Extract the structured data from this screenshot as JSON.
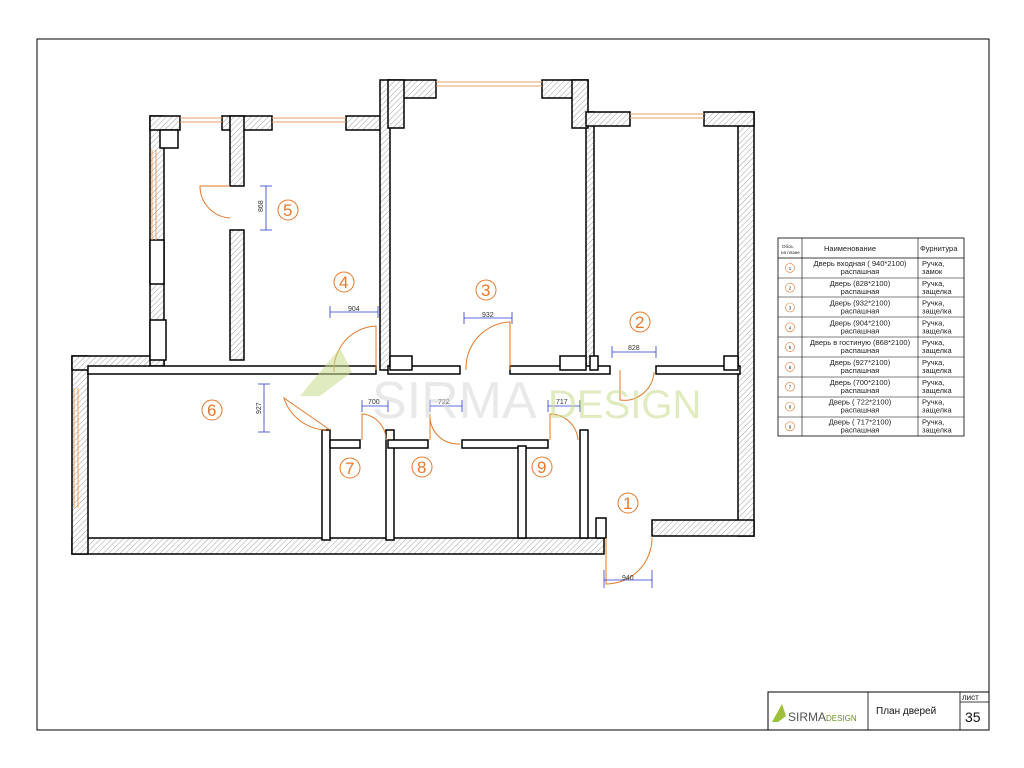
{
  "colors": {
    "wall": "#000000",
    "hatch": "#8a8a8a",
    "door": "#e07a2a",
    "window": "#e0a060",
    "dimension": "#2a3ad0",
    "room_number": "#e8792a",
    "watermark_green": "#c8dc8c"
  },
  "rooms": [
    {
      "id": "1",
      "label": "1"
    },
    {
      "id": "2",
      "label": "2"
    },
    {
      "id": "3",
      "label": "3"
    },
    {
      "id": "4",
      "label": "4"
    },
    {
      "id": "5",
      "label": "5"
    },
    {
      "id": "6",
      "label": "6"
    },
    {
      "id": "7",
      "label": "7"
    },
    {
      "id": "8",
      "label": "8"
    },
    {
      "id": "9",
      "label": "9"
    }
  ],
  "dimensions": {
    "d1": "940",
    "d2": "828",
    "d3": "932",
    "d4": "904",
    "d5": "868",
    "d6": "927",
    "d7": "700",
    "d8": "722",
    "d9": "717"
  },
  "watermark": {
    "word1": "SIRMA",
    "word2": "DESIGN"
  },
  "door_table": {
    "headers": {
      "col1_line1": "Обоз.",
      "col1_line2": "на плане",
      "col2": "Наименование",
      "col3": "Фурнитура"
    },
    "rows": [
      {
        "num": "1",
        "name1": "Дверь входная ( 940*2100)",
        "name2": "распашная",
        "furn1": "Ручка,",
        "furn2": "замок"
      },
      {
        "num": "2",
        "name1": "Дверь (828*2100)",
        "name2": "распашная",
        "furn1": "Ручка,",
        "furn2": "защелка"
      },
      {
        "num": "3",
        "name1": "Дверь (932*2100)",
        "name2": "распашная",
        "furn1": "Ручка,",
        "furn2": "защелка"
      },
      {
        "num": "4",
        "name1": "Дверь (904*2100)",
        "name2": "распашная",
        "furn1": "Ручка,",
        "furn2": "защелка"
      },
      {
        "num": "5",
        "name1": "Дверь в гостиную (868*2100)",
        "name2": "распашная",
        "furn1": "Ручка,",
        "furn2": "защелка"
      },
      {
        "num": "6",
        "name1": "Дверь (927*2100)",
        "name2": "распашная",
        "furn1": "Ручка,",
        "furn2": "защелка"
      },
      {
        "num": "7",
        "name1": "Дверь (700*2100)",
        "name2": "распашная",
        "furn1": "Ручка,",
        "furn2": "защелка"
      },
      {
        "num": "8",
        "name1": "Дверь ( 722*2100)",
        "name2": "распашная",
        "furn1": "Ручка,",
        "furn2": "защелка"
      },
      {
        "num": "9",
        "name1": "Дверь ( 717*2100)",
        "name2": "распашная",
        "furn1": "Ручка,",
        "furn2": "защелка"
      }
    ]
  },
  "title_block": {
    "logo_word1": "SIRMA",
    "logo_word2": "DESIGN",
    "title": "План дверей",
    "sheet_label": "лист",
    "sheet_number": "35"
  }
}
